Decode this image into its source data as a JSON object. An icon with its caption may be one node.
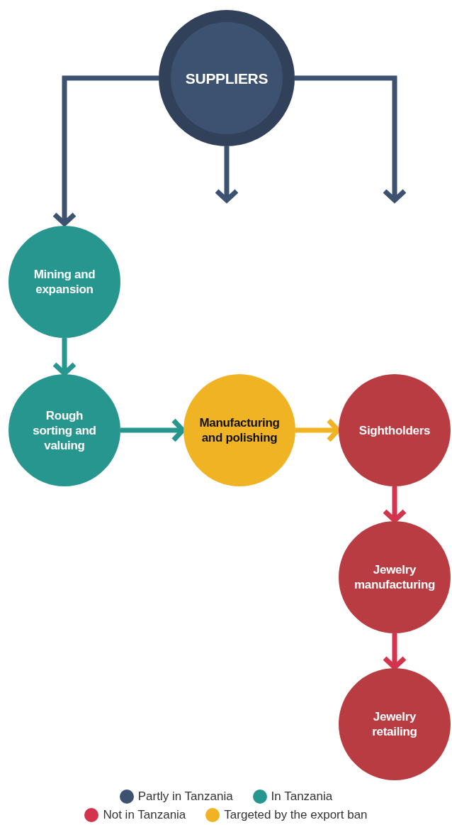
{
  "diagram": {
    "nodes": [
      {
        "text": [
          "SUPPLIERS"
        ]
      },
      {
        "text": [
          "Mining and expansion"
        ]
      },
      {
        "text": [
          "Rough sorting and valuing"
        ]
      },
      {
        "text": [
          "Manufacturing and polishing"
        ]
      },
      {
        "text": [
          "Sightholders"
        ]
      },
      {
        "text": [
          "Jewelry manufacturing"
        ]
      },
      {
        "text": [
          "Jewelry retailing"
        ]
      }
    ],
    "edges": [
      {
        "from": 0,
        "to": 1,
        "arrow": "to"
      },
      {
        "from": 0,
        "to": null,
        "arrow": "to"
      },
      {
        "from": 0,
        "to": null,
        "arrow": "to"
      },
      {
        "from": 1,
        "to": 2,
        "arrow": "to",
        "color": "#26968f"
      },
      {
        "from": 2,
        "to": 3,
        "arrow": "to",
        "color": "#26968f"
      },
      {
        "from": 3,
        "to": 4,
        "arrow": "to",
        "color": "#f0b323"
      },
      {
        "from": 4,
        "to": 5,
        "arrow": "to",
        "color": "#d2344d"
      },
      {
        "from": 5,
        "to": 6,
        "arrow": "to",
        "color": "#d2344d"
      }
    ],
    "legend": [
      {
        "text": "Partly in Tanzania",
        "color": "#3d5170"
      },
      {
        "text": "In Tanzania",
        "color": "#26968f"
      },
      {
        "text": "Not in Tanzania",
        "color": "#d2344d"
      },
      {
        "text": "Targeted by the export ban",
        "color": "#f0b323"
      }
    ]
  }
}
